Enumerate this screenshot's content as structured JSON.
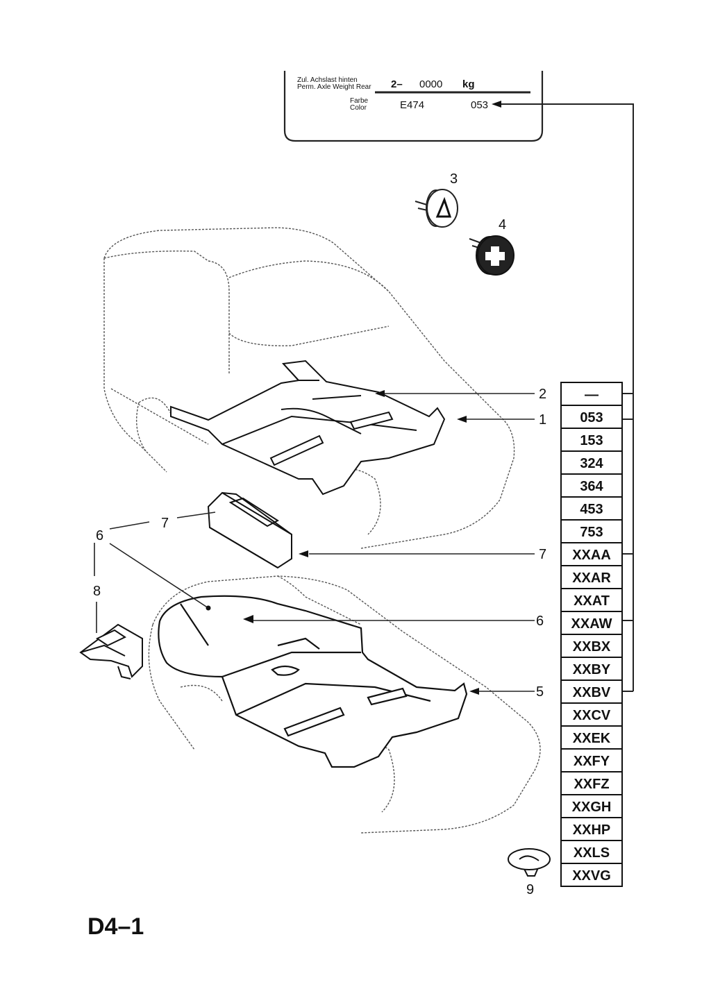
{
  "label_plate": {
    "axle_label_de": "Zul. Achslast hinten",
    "axle_label_en": "Perm. Axle Weight Rear",
    "axle_prefix": "2–",
    "axle_value": "0000",
    "axle_unit": "kg",
    "color_label_de": "Farbe",
    "color_label_en": "Color",
    "color_code": "E474",
    "color_variant": "053"
  },
  "callouts": {
    "c1": "1",
    "c2": "2",
    "c3": "3",
    "c4": "4",
    "c5": "5",
    "c6_right": "6",
    "c6_left": "6",
    "c7_right": "7",
    "c7_left": "7",
    "c8": "8",
    "c9": "9"
  },
  "code_table": {
    "rows": [
      "—",
      "053",
      "153",
      "324",
      "364",
      "453",
      "753",
      "XXAA",
      "XXAR",
      "XXAT",
      "XXAW",
      "XXBX",
      "XXBY",
      "XXBV",
      "XXCV",
      "XXEK",
      "XXFY",
      "XXFZ",
      "XXGH",
      "XXHP",
      "XXLS",
      "XXVG"
    ]
  },
  "page_id": "D4–1"
}
